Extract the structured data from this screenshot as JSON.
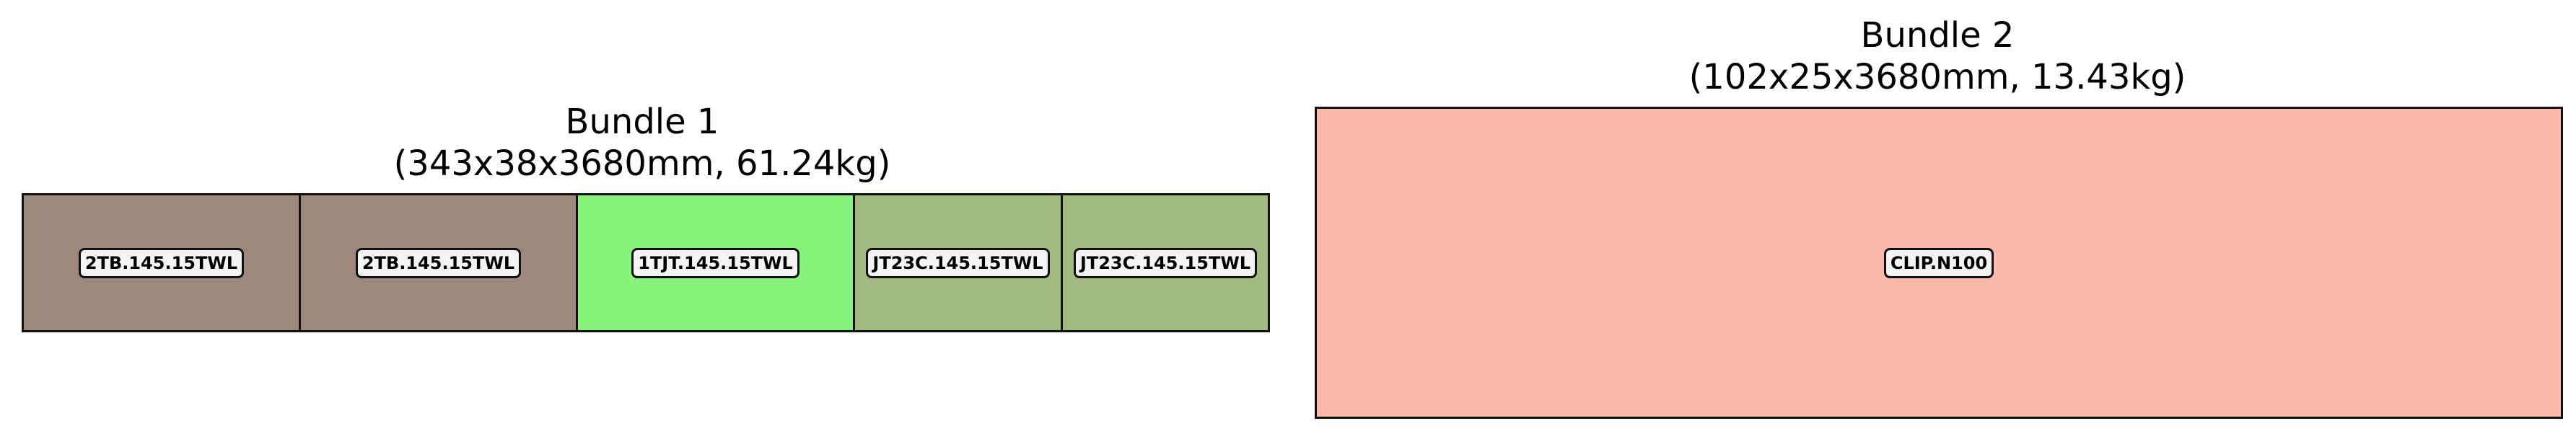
{
  "bundles": [
    {
      "title_line1": "Bundle 1",
      "title_line2": "(343x38x3680mm, 61.24kg)",
      "pieces": [
        {
          "label": "2TB.145.15TWL",
          "color": "#9e877c"
        },
        {
          "label": "2TB.145.15TWL",
          "color": "#9e877c"
        },
        {
          "label": "1TJT.145.15TWL",
          "color": "#88f37a"
        },
        {
          "label": "JT23C.145.15TWL",
          "color": "#a0ba80"
        },
        {
          "label": "JT23C.145.15TWL",
          "color": "#a0ba80"
        }
      ]
    },
    {
      "title_line1": "Bundle 2",
      "title_line2": "(102x25x3680mm, 13.43kg)",
      "pieces": [
        {
          "label": "CLIP.N100",
          "color": "#fbb9ab"
        }
      ]
    }
  ]
}
